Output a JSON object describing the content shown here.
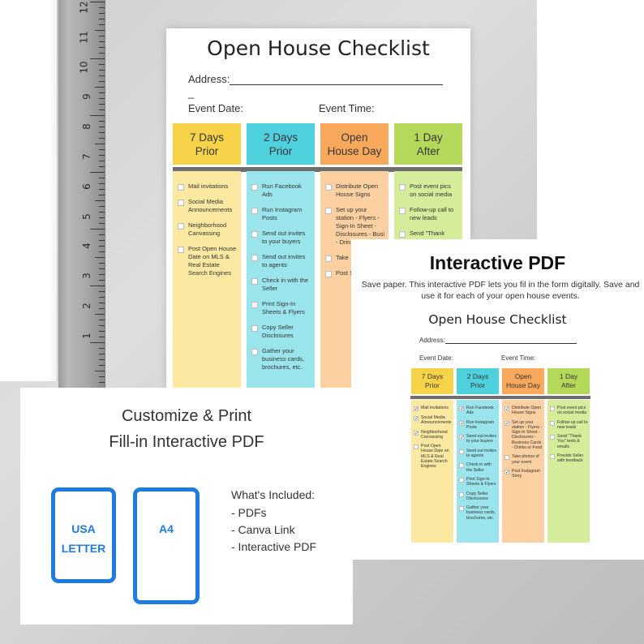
{
  "ruler": {
    "numbers": [
      "12",
      "11",
      "10",
      "9",
      "8",
      "7",
      "6",
      "5",
      "4",
      "3",
      "2",
      "1"
    ]
  },
  "checklist": {
    "title": "Open House Checklist",
    "address_label": "Address:",
    "event_date_label": "Event Date:",
    "event_time_label": "Event Time:",
    "columns": [
      {
        "header": [
          "7 Days",
          "Prior"
        ],
        "color": "#f7d34a",
        "body_color": "#fbe9a1",
        "items": [
          "Mail invitations",
          "Social Media Announcements",
          "Neighborhood Canvassing",
          "Post Open House Date on MLS & Real Estate Search Engines"
        ]
      },
      {
        "header": [
          "2 Days",
          "Prior"
        ],
        "color": "#4fd0dd",
        "body_color": "#9ae5ec",
        "items": [
          "Run Facebook Ads",
          "Run Instagram Posts",
          "Send out invites to your buyers",
          "Send out invites to agents",
          "Check in with the Seller",
          "Print Sign-In Sheets & Flyers",
          "Copy Seller Disclosures",
          "Gather your business cards, brochures, etc."
        ]
      },
      {
        "header": [
          "Open",
          "House Day"
        ],
        "color": "#f9a95b",
        "body_color": "#fcd0a0",
        "items": [
          "Distribute Open House Signs",
          "Set up your station - Flyers - Sign-In Sheet - Disclosures - Busi - Drin",
          "Take",
          "Post Story"
        ]
      },
      {
        "header": [
          "1 Day",
          "After"
        ],
        "color": "#b4d95a",
        "body_color": "#d5ec9a",
        "items": [
          "Post event pics on social media",
          "Follow-up call to new leads",
          "Send \"Thank"
        ]
      }
    ]
  },
  "print_card": {
    "line1": "Customize & Print",
    "line2": "Fill-in Interactive PDF",
    "box1": [
      "USA",
      "LETTER"
    ],
    "box2": "A4",
    "included_title": "What's Included:",
    "included": [
      "- PDFs",
      "- Canva Link",
      "- Interactive PDF"
    ]
  },
  "interactive": {
    "heading": "Interactive PDF",
    "desc1": "Save paper. This interactive PDF lets you fil in the form digitally. Save and",
    "desc2": "use it for each of your open house events.",
    "title": "Open House Checklist",
    "address_label": "Address:",
    "event_date_label": "Event Date:",
    "event_time_label": "Event Time:",
    "columns": [
      {
        "header": [
          "7 Days",
          "Prior"
        ],
        "color": "#f7d34a",
        "body_color": "#fbe9a1",
        "items": [
          {
            "text": "Mail invitations",
            "checked": true
          },
          {
            "text": "Social Media Announcements",
            "checked": true
          },
          {
            "text": "Neighborhood Canvassing",
            "checked": true
          },
          {
            "text": "Post Open House Date on MLS & Real Estate Search Engines",
            "checked": false
          }
        ]
      },
      {
        "header": [
          "2 Days",
          "Prior"
        ],
        "color": "#4fd0dd",
        "body_color": "#9ae5ec",
        "items": [
          {
            "text": "Run Facebook Ads",
            "checked": true
          },
          {
            "text": "Run Instagram Posts",
            "checked": true
          },
          {
            "text": "Send out invites to your buyers",
            "checked": true
          },
          {
            "text": "Send out invites to agents",
            "checked": false
          },
          {
            "text": "Check in with the Seller",
            "checked": false
          },
          {
            "text": "Print Sign-In Sheets & Flyers",
            "checked": false
          },
          {
            "text": "Copy Seller Disclosures",
            "checked": false
          },
          {
            "text": "Gather your business cards, brochures, etc.",
            "checked": false
          }
        ]
      },
      {
        "header": [
          "Open",
          "House Day"
        ],
        "color": "#f9a95b",
        "body_color": "#fcd0a0",
        "items": [
          {
            "text": "Distribute Open House Signs",
            "checked": true
          },
          {
            "text": "Set up your station - Flyers - Sign-In Sheet - Disclosures - Business Cards - Drinks or Food",
            "checked": true
          },
          {
            "text": "Take photos of your event",
            "checked": false
          },
          {
            "text": "Post Instagram Story",
            "checked": true
          }
        ]
      },
      {
        "header": [
          "1 Day",
          "After"
        ],
        "color": "#b4d95a",
        "body_color": "#d5ec9a",
        "items": [
          {
            "text": "Post event pics on social media",
            "checked": false
          },
          {
            "text": "Follow-up call to new leads",
            "checked": false
          },
          {
            "text": "Send \"Thank You\" texts & emails",
            "checked": false
          },
          {
            "text": "Provide Seller with feedback",
            "checked": false
          }
        ]
      }
    ]
  }
}
